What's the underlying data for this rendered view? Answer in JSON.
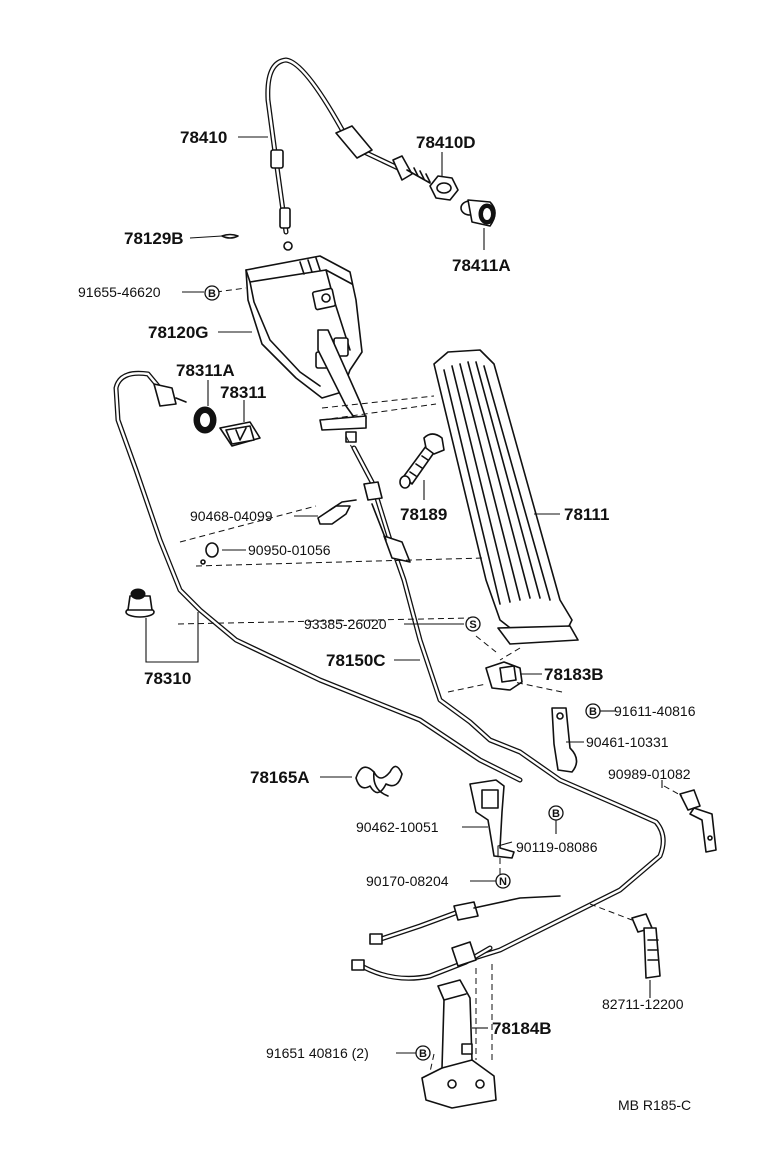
{
  "labels": {
    "p78410": "78410",
    "p78410D": "78410D",
    "p78129B": "78129B",
    "p78411A": "78411A",
    "p91655_46620": "91655-46620",
    "p78120G": "78120G",
    "p78311A": "78311A",
    "p78311": "78311",
    "p90468_04099": "90468-04099",
    "p78189": "78189",
    "p78111": "78111",
    "p90950_01056": "90950-01056",
    "p93385_26020": "93385-26020",
    "p78150C": "78150C",
    "p78310": "78310",
    "p78183B": "78183B",
    "p91611_40816": "91611-40816",
    "p90461_10331": "90461-10331",
    "p78165A": "78165A",
    "p90989_01082": "90989-01082",
    "p90462_10051": "90462-10051",
    "p90119_08086": "90119-08086",
    "p90170_08204": "90170-08204",
    "p82711_12200": "82711-12200",
    "p78184B": "78184B",
    "p91651_40816": "91651  40816  (2)",
    "ref_code": "MB R185-C"
  },
  "markers": {
    "b": "B",
    "s": "S",
    "n": "N"
  }
}
